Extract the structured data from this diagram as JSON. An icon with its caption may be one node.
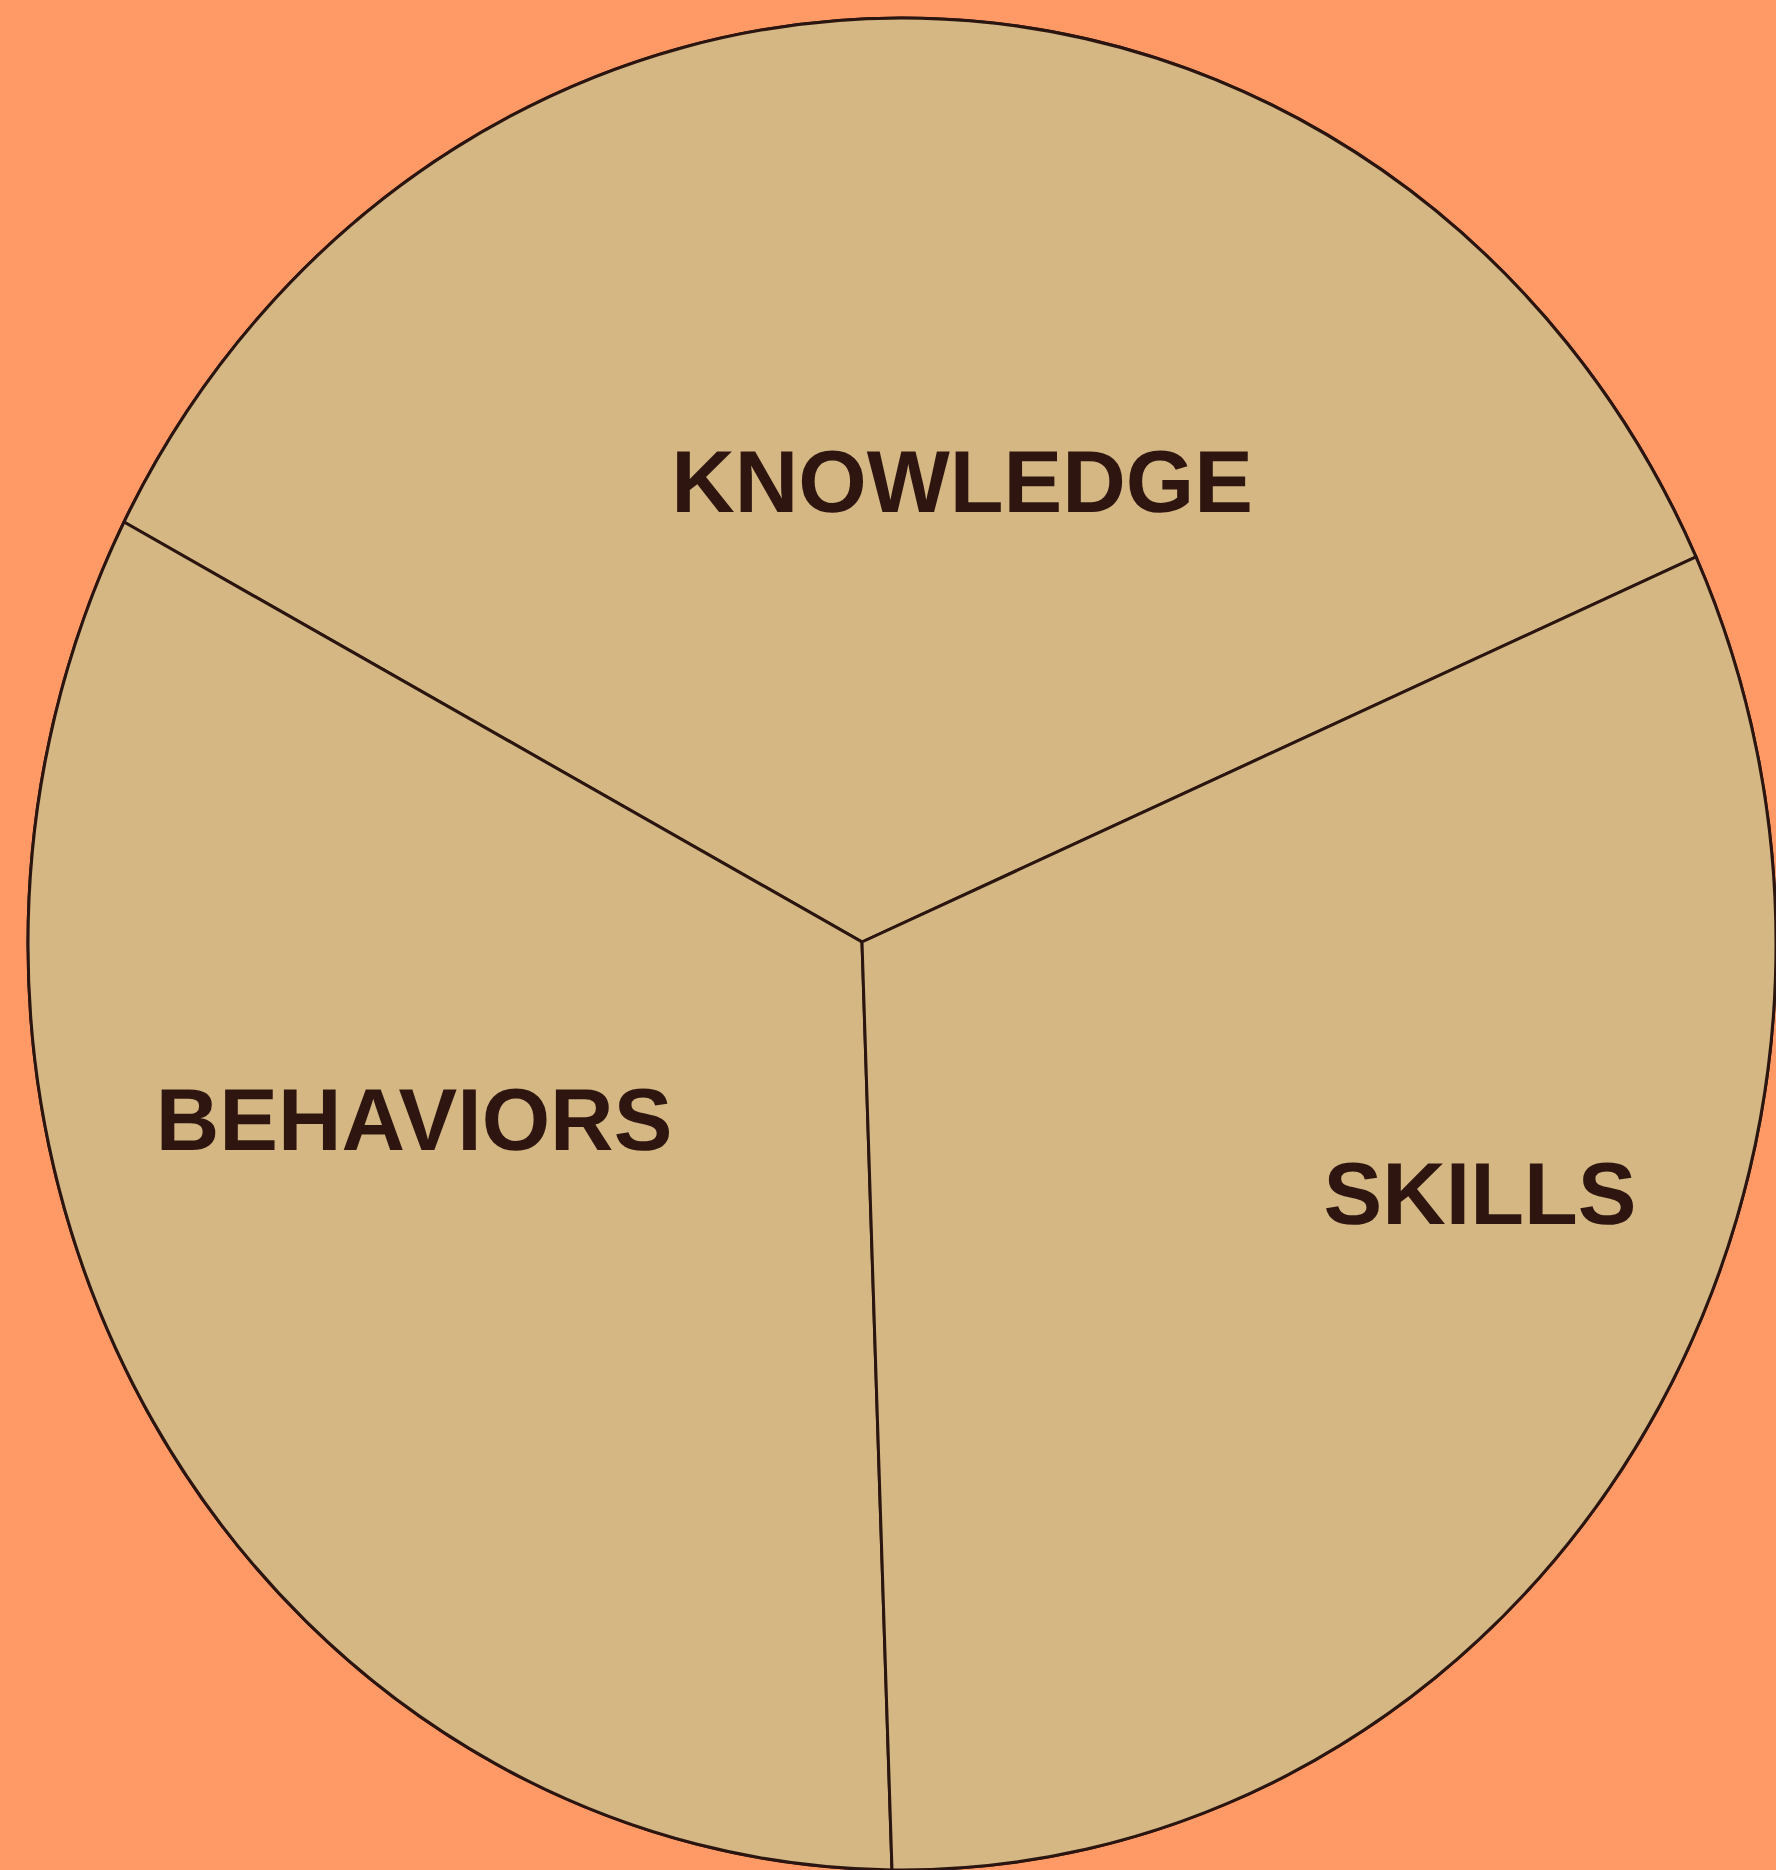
{
  "diagram": {
    "nodes": [
      {
        "text": [],
        "shape": "circle"
      },
      {
        "text": [
          "KNOWLEDGE"
        ],
        "in": 0
      },
      {
        "text": [
          "BEHAVIORS"
        ],
        "in": 0
      },
      {
        "text": [
          "SKILLS"
        ],
        "in": 0
      }
    ]
  }
}
